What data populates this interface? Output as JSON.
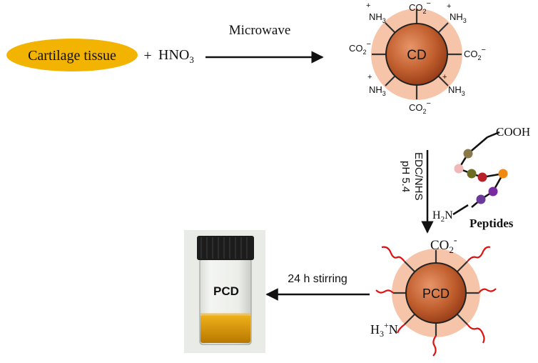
{
  "step1": {
    "reactant": "Cartilage tissue",
    "plus": "+",
    "reagent_base": "HNO",
    "reagent_sub": "3",
    "condition": "Microwave"
  },
  "cd": {
    "core_label": "CD",
    "groups": {
      "co2_base": "CO",
      "co2_sub": "2",
      "co2_charge": "−",
      "nh3_base": "NH",
      "nh3_sub": "3",
      "nh3_charge": "+"
    }
  },
  "step2": {
    "reagent_line1": "EDC/NHS",
    "reagent_line2": "pH 5.4",
    "peptide_label": "Peptides",
    "cooh": "COOH",
    "h2n_base": "H",
    "h2n_sub": "2",
    "h2n_end": "N"
  },
  "pcd": {
    "core_label": "PCD",
    "co2_base": "CO",
    "co2_sub": "2",
    "co2_charge": "-",
    "h3n_base": "H",
    "h3n_sub": "3",
    "h3n_sup": "+",
    "h3n_end": "N"
  },
  "step3": {
    "condition": "24 h stirring",
    "vial_label": "PCD"
  },
  "colors": {
    "ellipse": "#f2b400",
    "halo": "#f6c4a9",
    "core_light": "#e0875a",
    "core_dark": "#a6431c",
    "wave": "#e01010",
    "liquid": "#d99a0a",
    "cap": "#1c1c1c"
  }
}
